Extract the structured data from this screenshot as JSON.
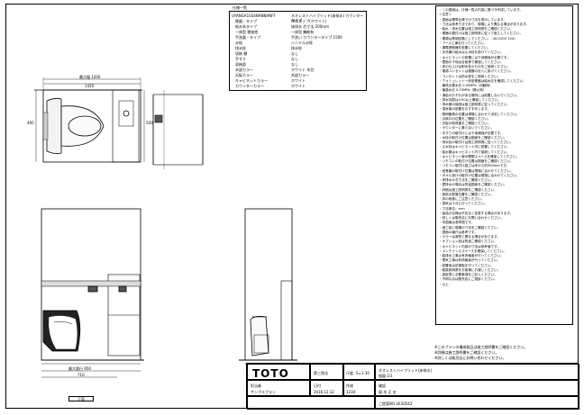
{
  "spec_table": {
    "header": "仕様一覧",
    "rows": [
      {
        "key": "UYANGA1SS4NANNANFF",
        "value": "ネオレストハイブリッド(床排水) カウンタータイプ"
      },
      {
        "key": "　便器・タイプ",
        "value": "AH1タイプ(ホワイト)"
      },
      {
        "key": "　給水本タイプ",
        "value": "床排水 芯寸法 200mm"
      },
      {
        "key": "　一体型 便座他",
        "value": "一体型 機能有"
      },
      {
        "key": "　手洗器・タイプ",
        "value": "手洗い カウンタータイプ 1500"
      },
      {
        "key": "　水栓",
        "value": "ハンドル水栓"
      },
      {
        "key": "　排水栓",
        "value": "排水栓"
      },
      {
        "key": "　収納 棚",
        "value": "なし"
      },
      {
        "key": "　手すり",
        "value": "なし"
      },
      {
        "key": "　収納部",
        "value": "なし"
      },
      {
        "key": "　木部カラー",
        "value": "ホワイト 木目"
      },
      {
        "key": "　天板カラー",
        "value": "木部カラー"
      },
      {
        "key": "　キャビネットカラー",
        "value": "ホワイト"
      },
      {
        "key": "　カウンターカラー",
        "value": "ホワイト"
      }
    ]
  },
  "notes": {
    "lines": [
      "・この図面は、仕様一覧の内容に基づき作成しています。",
      "＜注意＞",
      "・図面は標準仕様での寸法を表示しています。",
      "・寸法は参考寸法であり、現場により異なる場合があります。",
      "・給水・排水位置は施工説明書をご確認ください。",
      "・便器の据付けは施工説明書に従って施工してください。",
      "・電源は専用回路としてください。（AC100V 15A）",
      "・アース工事を行ってください。",
      "・漏電遮断器を設置してください。",
      "・手洗器の給水は止水栓を設けてください。",
      "・キャビネットの設置には下地補強が必要です。",
      "・壁面の下地は合板等で補強してください。",
      "・床の仕上げは耐水性のものをご使用ください。",
      "・電源コンセントは便器の近くに設けてください。",
      "・コンセントは防水型をご使用ください。",
      "・ウォシュレット一体型便器は給水圧を確認してください。",
      "・最低必要水圧 0.05MPa（流動時）",
      "・最高水圧 0.75MPa（静止時）",
      "・凍結のおそれがある場所には設置しないでください。",
      "・排水勾配は1/50以上確保してください。",
      "・排水管の接続は施工説明書に従ってください。",
      "・換気扇の設置をおすすめします。",
      "・照明器具の位置は現場に合わせて決定してください。",
      "・点検口の位置をご確認ください。",
      "・天板の耐荷重をご確認ください。",
      "・カウンターに乗らないでください。",
      "・手すりの取付けには下地補強が必要です。",
      "・水栓の取付け位置は図面をご確認ください。",
      "・排水栓の取付けは施工説明書に従ってください。",
      "・止水栓はキャビネット内に設置してください。",
      "・給水管はキャビネット内で接続してください。",
      "・キャビネット扉の開閉スペースを確保してください。",
      "・リモコンの取付け位置は図面をご確認ください。",
      "・リモコン取付け高さは床から約900mmです。",
      "・紙巻器の取付け位置は現場に合わせてください。",
      "・タオル掛けの取付け位置は現場に合わせてください。",
      "・床排水の芯寸法をご確認ください。",
      "・壁排水の場合は別途図面をご確認ください。",
      "・詳細は施工説明書をご確認ください。",
      "・既設の配管位置をご確認ください。",
      "・床の段差にご注意ください。",
      "・換気は十分に行ってください。",
      "・寸法単位：mm",
      "・製品の仕様は予告なく変更する場合があります。",
      "・詳しくは販売店にお問い合わせください。",
      "・本図面は参考図です。",
      "・施工前に現場の寸法をご確認ください。",
      "・図面の縮尺は参考です。",
      "・カラーは実物と異なる場合があります。",
      "・オプション品は別途ご確認ください。",
      "・キャビネット内部の寸法は参考値です。",
      "・メンテナンススペースを確保してください。",
      "・給排水工事は有資格者が行ってください。",
      "・電気工事は有資格者が行ってください。",
      "・設置後は試運転を行ってください。",
      "・取扱説明書をお客様にお渡しください。",
      "・保証書に必要事項をご記入ください。",
      "・不明な点は販売店にご相談ください。",
      "・以上"
    ]
  },
  "footnote": {
    "lines": [
      "※このプランの構成商品は施工説明書をご確認ください。",
      "※詳細は施工説明書をご確認ください。",
      "※詳しくは販売店にお問い合わせください。"
    ]
  },
  "title_block": {
    "logo": "TOTO",
    "drawing_type": "第三角法",
    "scale_label": "尺度",
    "scale_value": "S=1:30",
    "product_name": "ネオレストハイブリッド(床排水)",
    "product_sub": "組図 1/1",
    "client_label": "担当者",
    "client_value": "サンプルプラン",
    "date_label": "日付",
    "date_value": "2016.12.12",
    "designer_label": "作成",
    "designer_value": "1234",
    "confirm_label": "確認",
    "confirm_value": "図 木 正 史",
    "plan_no": "ご提案NO VE30542"
  },
  "drawings": {
    "top_dims": [
      "最大幅 1200",
      "1420"
    ],
    "side_dims": [
      "400",
      "500"
    ],
    "bottom_dims": [
      "最大奥行 950",
      "710"
    ],
    "front_caption": "正面",
    "side_caption": "側面"
  }
}
